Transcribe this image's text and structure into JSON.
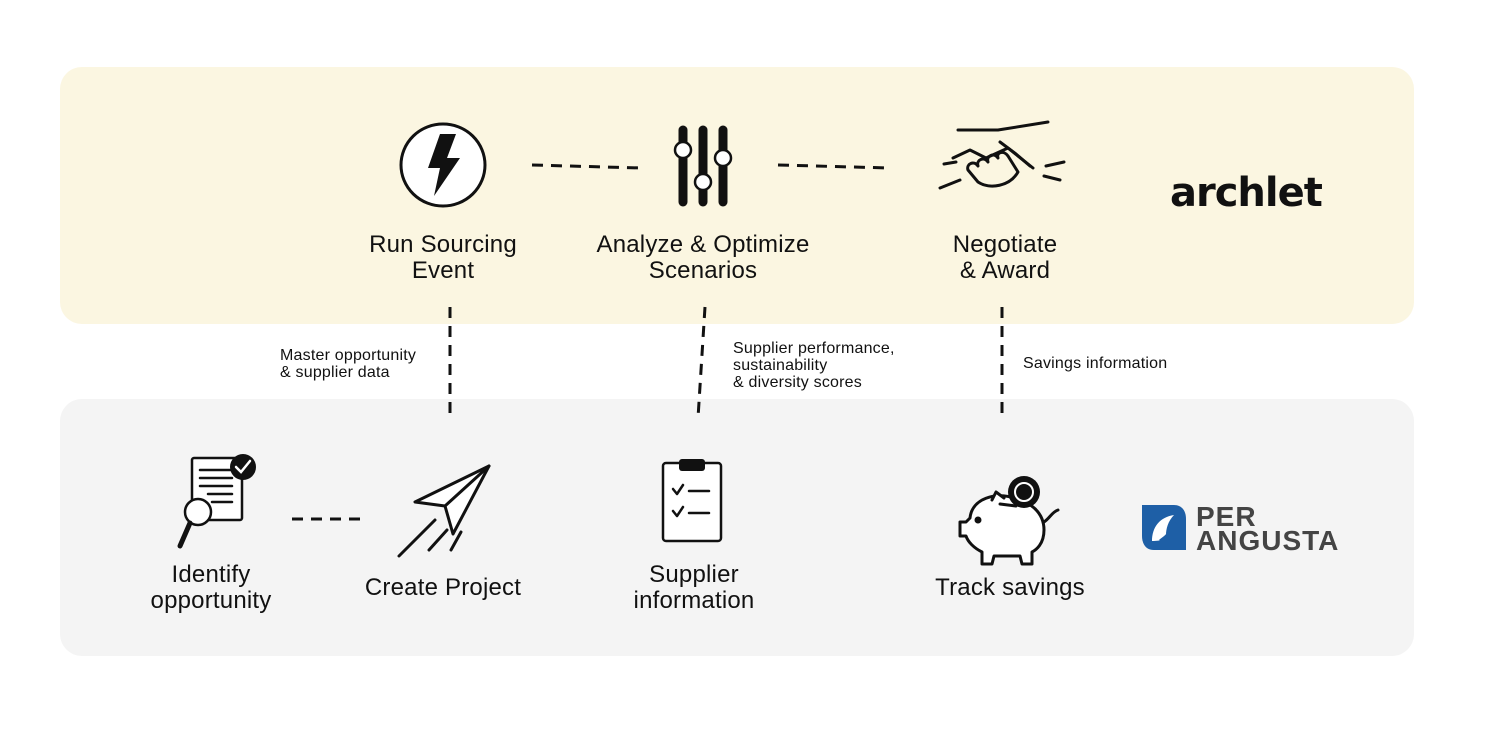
{
  "top_steps": [
    {
      "label": "Run Sourcing\nEvent",
      "icon": "lightning-icon"
    },
    {
      "label": "Analyze & Optimize\nScenarios",
      "icon": "sliders-icon"
    },
    {
      "label": "Negotiate\n& Award",
      "icon": "handshake-icon"
    }
  ],
  "bottom_steps": [
    {
      "label": "Identify\nopportunity",
      "icon": "document-search-icon"
    },
    {
      "label": "Create Project",
      "icon": "paper-plane-icon"
    },
    {
      "label": "Supplier\ninformation",
      "icon": "clipboard-checklist-icon"
    },
    {
      "label": "Track savings",
      "icon": "piggy-bank-icon"
    }
  ],
  "connectors": [
    {
      "label": "Master opportunity\n& supplier data"
    },
    {
      "label": "Supplier performance,\nsustainability\n& diversity scores"
    },
    {
      "label": "Savings information"
    }
  ],
  "brands": {
    "top": "archlet",
    "bottom_line1": "PER",
    "bottom_line2": "ANGUSTA",
    "bottom_color": "#1e5fa6"
  },
  "colors": {
    "top_panel": "#fbf6e1",
    "bottom_panel": "#f4f4f4"
  }
}
